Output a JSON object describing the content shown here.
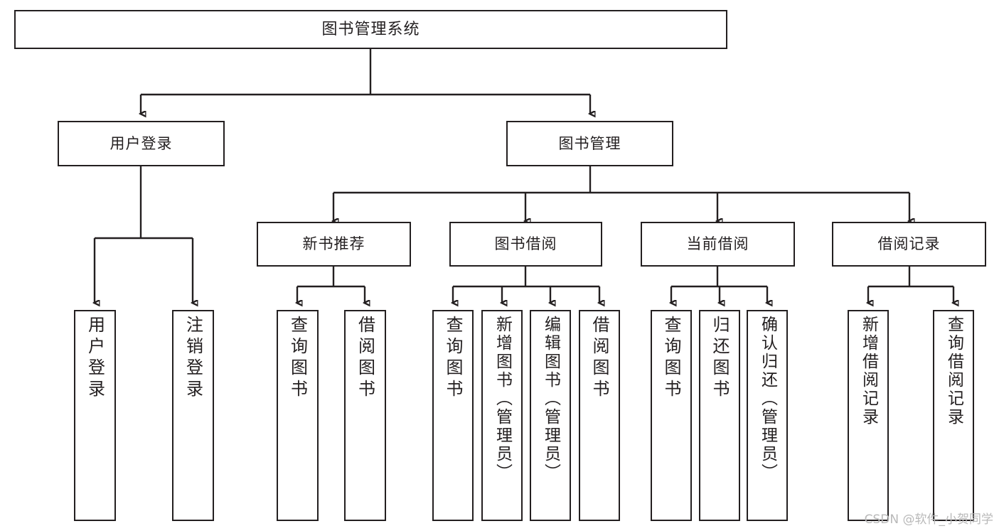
{
  "diagram": {
    "title": "图书管理系统",
    "type": "tree-hierarchy",
    "watermark": "CSDN @软件_小贺同学",
    "colors": {
      "stroke": "#231f20",
      "fill": "#ffffff",
      "watermark": "#b9b9b9"
    },
    "root": {
      "label": "图书管理系统"
    },
    "level2": [
      {
        "label": "用户登录"
      },
      {
        "label": "图书管理"
      }
    ],
    "level3": [
      {
        "label": "新书推荐"
      },
      {
        "label": "图书借阅"
      },
      {
        "label": "当前借阅"
      },
      {
        "label": "借阅记录"
      }
    ],
    "leaves": {
      "user_login": [
        {
          "label": "用户登录"
        },
        {
          "label": "注销登录"
        }
      ],
      "new_book_rec": [
        {
          "label": "查询图书"
        },
        {
          "label": "借阅图书"
        }
      ],
      "book_borrow": [
        {
          "label": "查询图书"
        },
        {
          "label": "新增图书（管理员）"
        },
        {
          "label": "编辑图书（管理员）"
        },
        {
          "label": "借阅图书"
        }
      ],
      "current_borrow": [
        {
          "label": "查询图书"
        },
        {
          "label": "归还图书"
        },
        {
          "label": "确认归还（管理员）"
        }
      ],
      "borrow_record": [
        {
          "label": "新增借阅记录"
        },
        {
          "label": "查询借阅记录"
        }
      ]
    }
  }
}
